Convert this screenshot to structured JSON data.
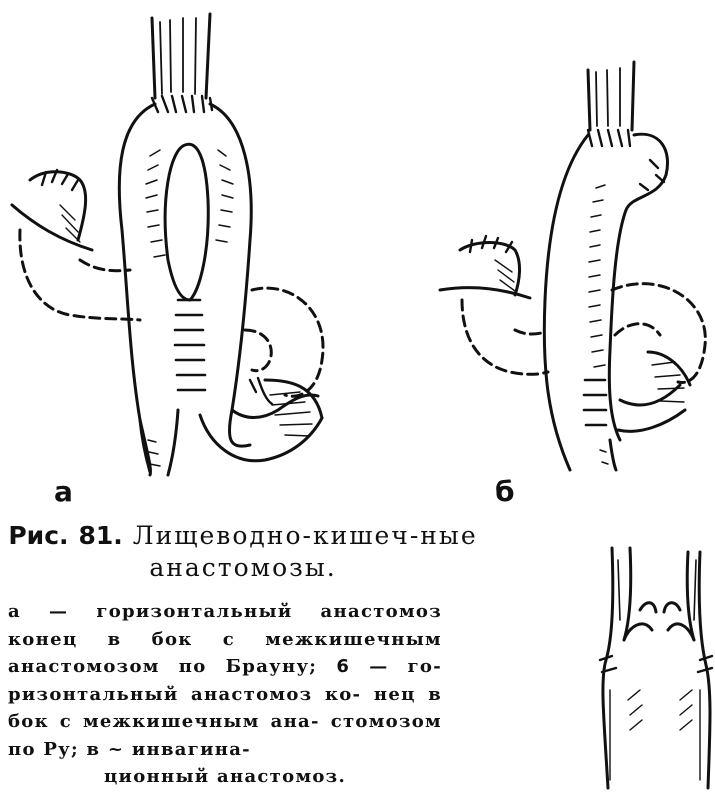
{
  "figure": {
    "panel_labels": [
      "а",
      "б"
    ],
    "caption_title_prefix": "Рис.",
    "caption_title_number": "81.",
    "caption_title_text": "Лищеводно-кишеч-ные анастомозы.",
    "caption_body": {
      "line1": "а — горизонтальный анастомоз",
      "line2": "конец в бок с межкишечным",
      "line3_a": "анастомозом по Брауну; ",
      "line3_marker": "6",
      "line3_b": " — го-",
      "line4": "ризонтальный анастомоз ко-",
      "line5": "нец в бок с межкишечным ана-",
      "line6": "стомозом по Ру; в ~ инвагина-",
      "line7": "ционный анастомоз."
    }
  }
}
